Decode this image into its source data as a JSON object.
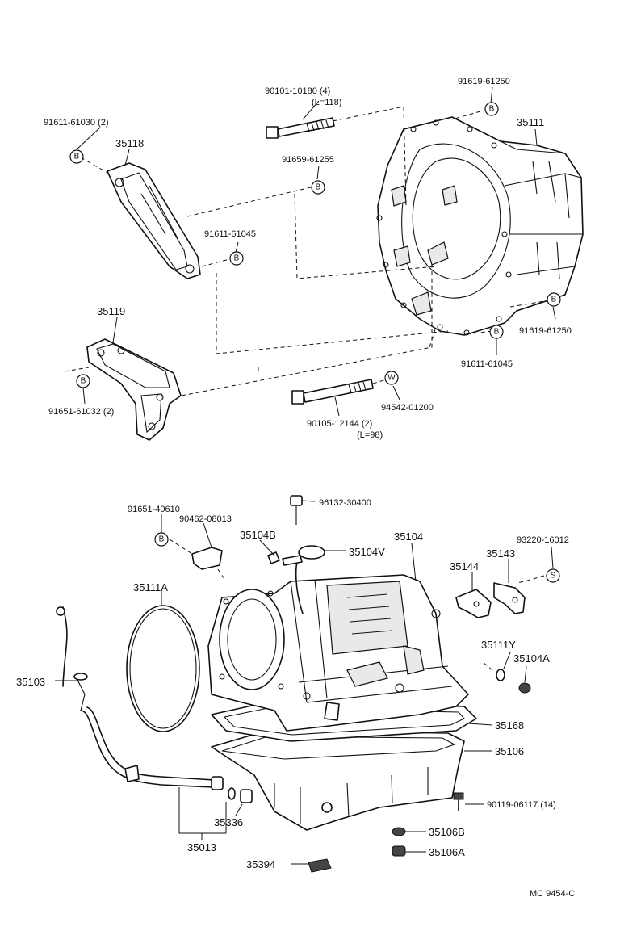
{
  "labels": {
    "p90101": "90101-10180 (4)",
    "p90101_len": "(L=118)",
    "p91619a": "91619-61250",
    "p35111": "35111",
    "p91611_30": "91611-61030 (2)",
    "p35118": "35118",
    "p91659": "91659-61255",
    "p91611_45a": "91611-61045",
    "p35119": "35119",
    "p91619b": "91619-61250",
    "p91611_45b": "91611-61045",
    "p91651_32": "91651-61032 (2)",
    "p94542": "94542-01200",
    "p90105": "90105-12144 (2)",
    "p90105_len": "(L=98)",
    "p91651_40": "91651-40610",
    "p96132": "96132-30400",
    "p90462": "90462-08013",
    "p35104B": "35104B",
    "p35104": "35104",
    "p93220": "93220-16012",
    "p35104V": "35104V",
    "p35143": "35143",
    "p35144": "35144",
    "p35111A": "35111A",
    "p35111Y": "35111Y",
    "p35104A": "35104A",
    "p35103": "35103",
    "p35168": "35168",
    "p35106": "35106",
    "p90119": "90119-06117 (14)",
    "p35336": "35336",
    "p35106B": "35106B",
    "p35013": "35013",
    "p35106A": "35106A",
    "p35394": "35394",
    "code": "MC  9454-C"
  },
  "badges": {
    "b1": "B",
    "b2": "B",
    "b3": "B",
    "b4": "B",
    "b5": "B",
    "b6": "B",
    "b7": "B",
    "b8": "B",
    "b9": "W",
    "b10": "S"
  }
}
